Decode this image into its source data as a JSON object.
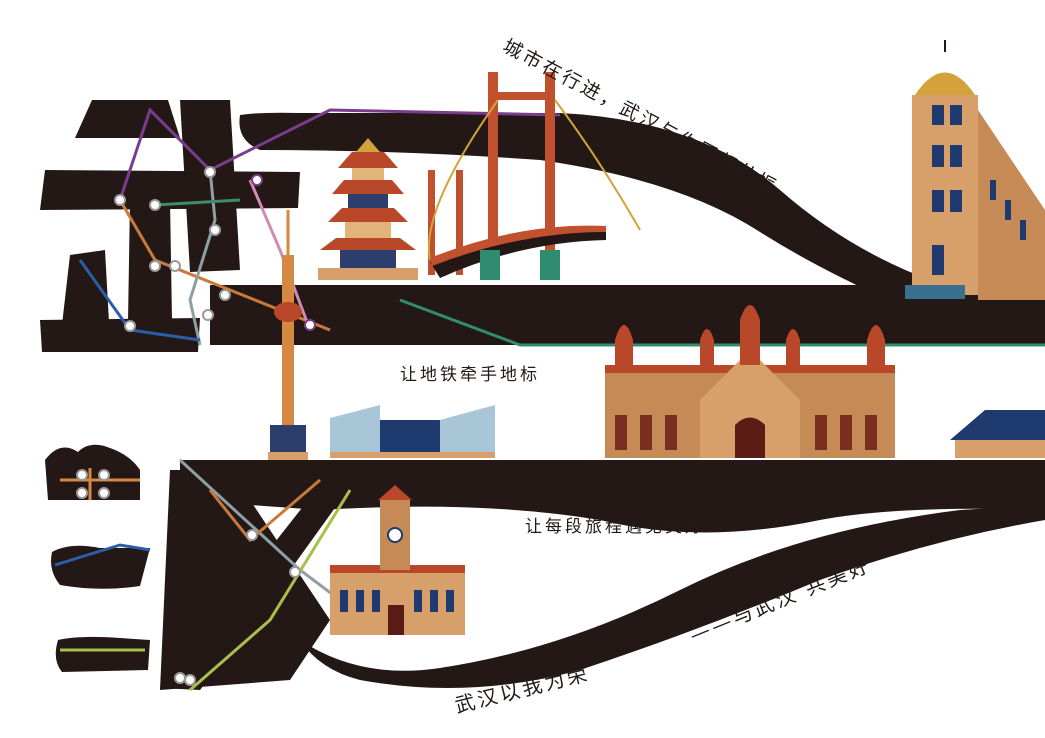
{
  "poster": {
    "slogans": {
      "line1": "城市在行进，武汉与你同频共振。",
      "line2": "让地铁牵手地标",
      "line3": "让每段旅程遇见美好",
      "line4": "——与武汉 共美好",
      "line5": "武汉以我为荣"
    },
    "logo_text": "武汉",
    "landmarks": [
      "yellow-crane-tower",
      "suspension-bridge",
      "domed-corner-building",
      "tv-tower",
      "modern-hall",
      "red-brick-church",
      "blue-roof-pavilion",
      "clock-tower-building"
    ]
  },
  "colors": {
    "ink": "#231816",
    "rust": "#b9472a",
    "tan": "#d7a06b",
    "navy": "#1f3a6e",
    "teal": "#2f8c6f",
    "gold": "#d4a23a"
  }
}
